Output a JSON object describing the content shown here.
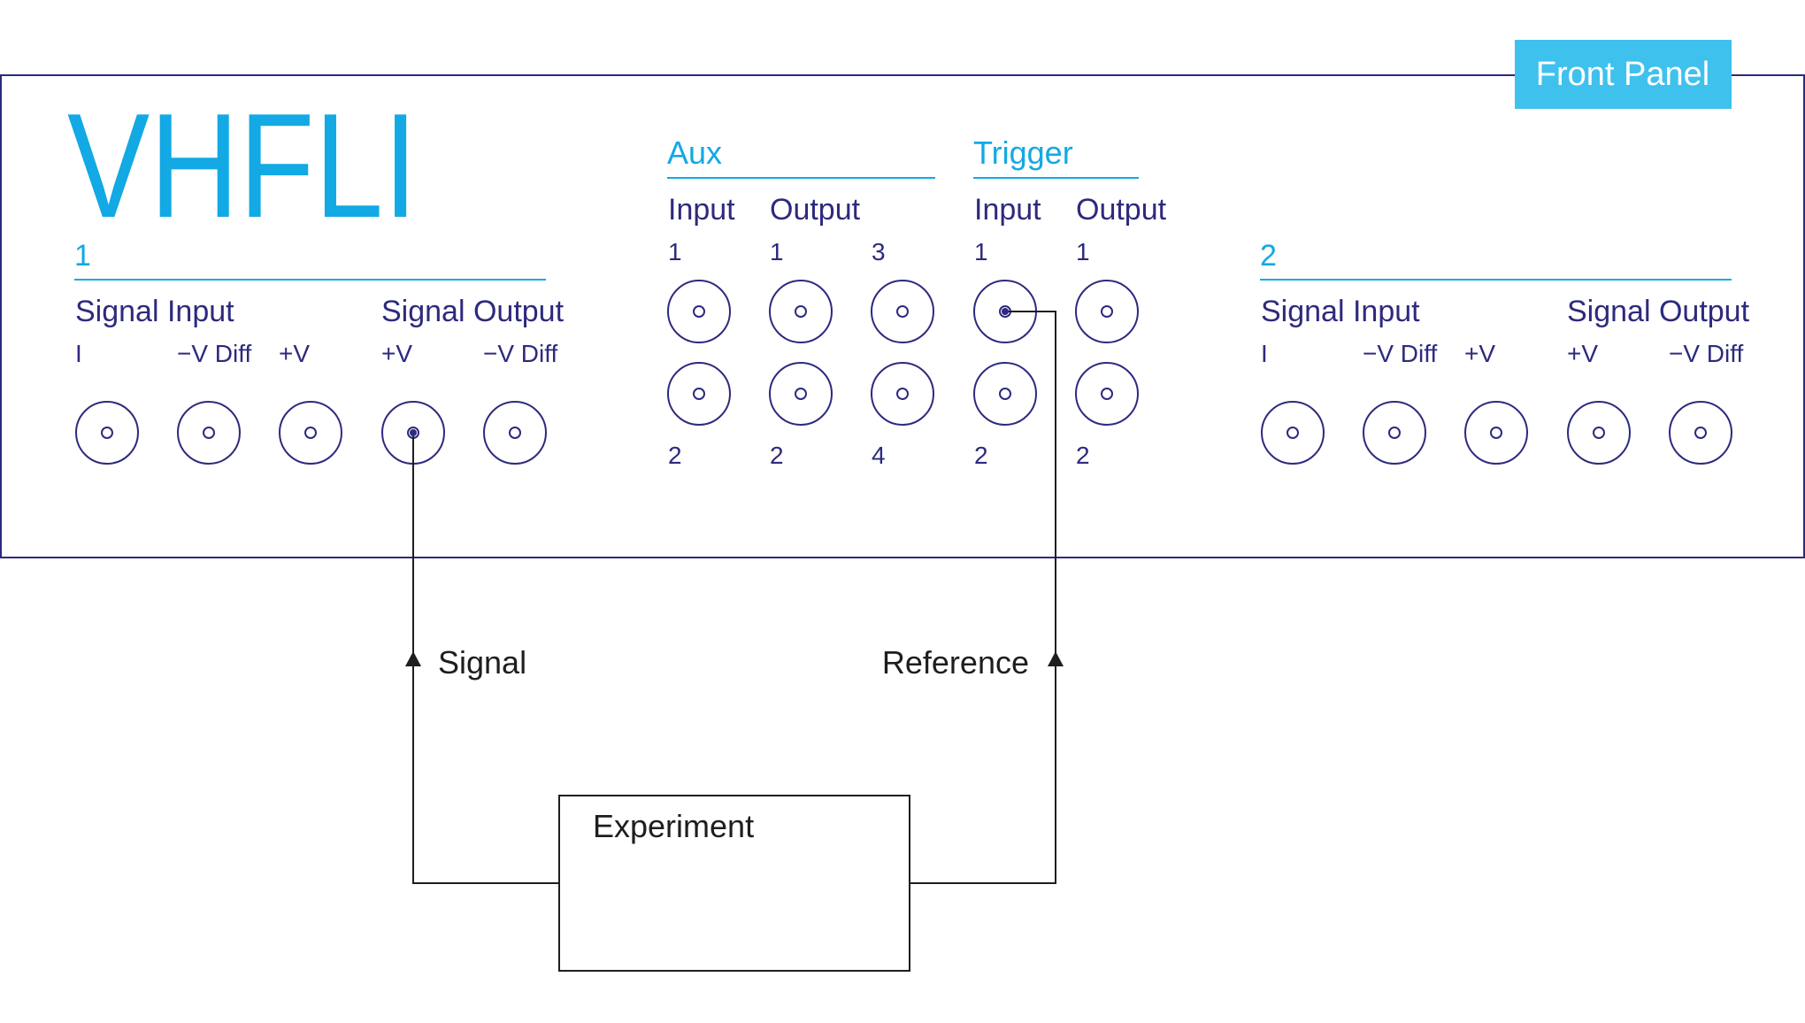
{
  "panel": {
    "badge": "Front Panel",
    "brand": "VHFLI",
    "accent_color": "#12a9e4",
    "line_color": "#2d2a7e"
  },
  "ch1": {
    "number": "1",
    "signal_input": "Signal Input",
    "signal_output": "Signal Output",
    "sub": [
      "I",
      "−V Diff",
      "+V",
      "+V",
      "−V Diff"
    ]
  },
  "aux": {
    "title": "Aux",
    "input": "Input",
    "output": "Output",
    "top_nums": [
      "1",
      "1",
      "3"
    ],
    "bottom_nums": [
      "2",
      "2",
      "4"
    ]
  },
  "trigger": {
    "title": "Trigger",
    "input": "Input",
    "output": "Output",
    "top_nums": [
      "1",
      "1"
    ],
    "bottom_nums": [
      "2",
      "2"
    ]
  },
  "ch2": {
    "number": "2",
    "signal_input": "Signal Input",
    "signal_output": "Signal Output",
    "sub": [
      "I",
      "−V Diff",
      "+V",
      "+V",
      "−V Diff"
    ]
  },
  "setup": {
    "signal_label": "Signal",
    "reference_label": "Reference",
    "experiment_label": "Experiment"
  }
}
